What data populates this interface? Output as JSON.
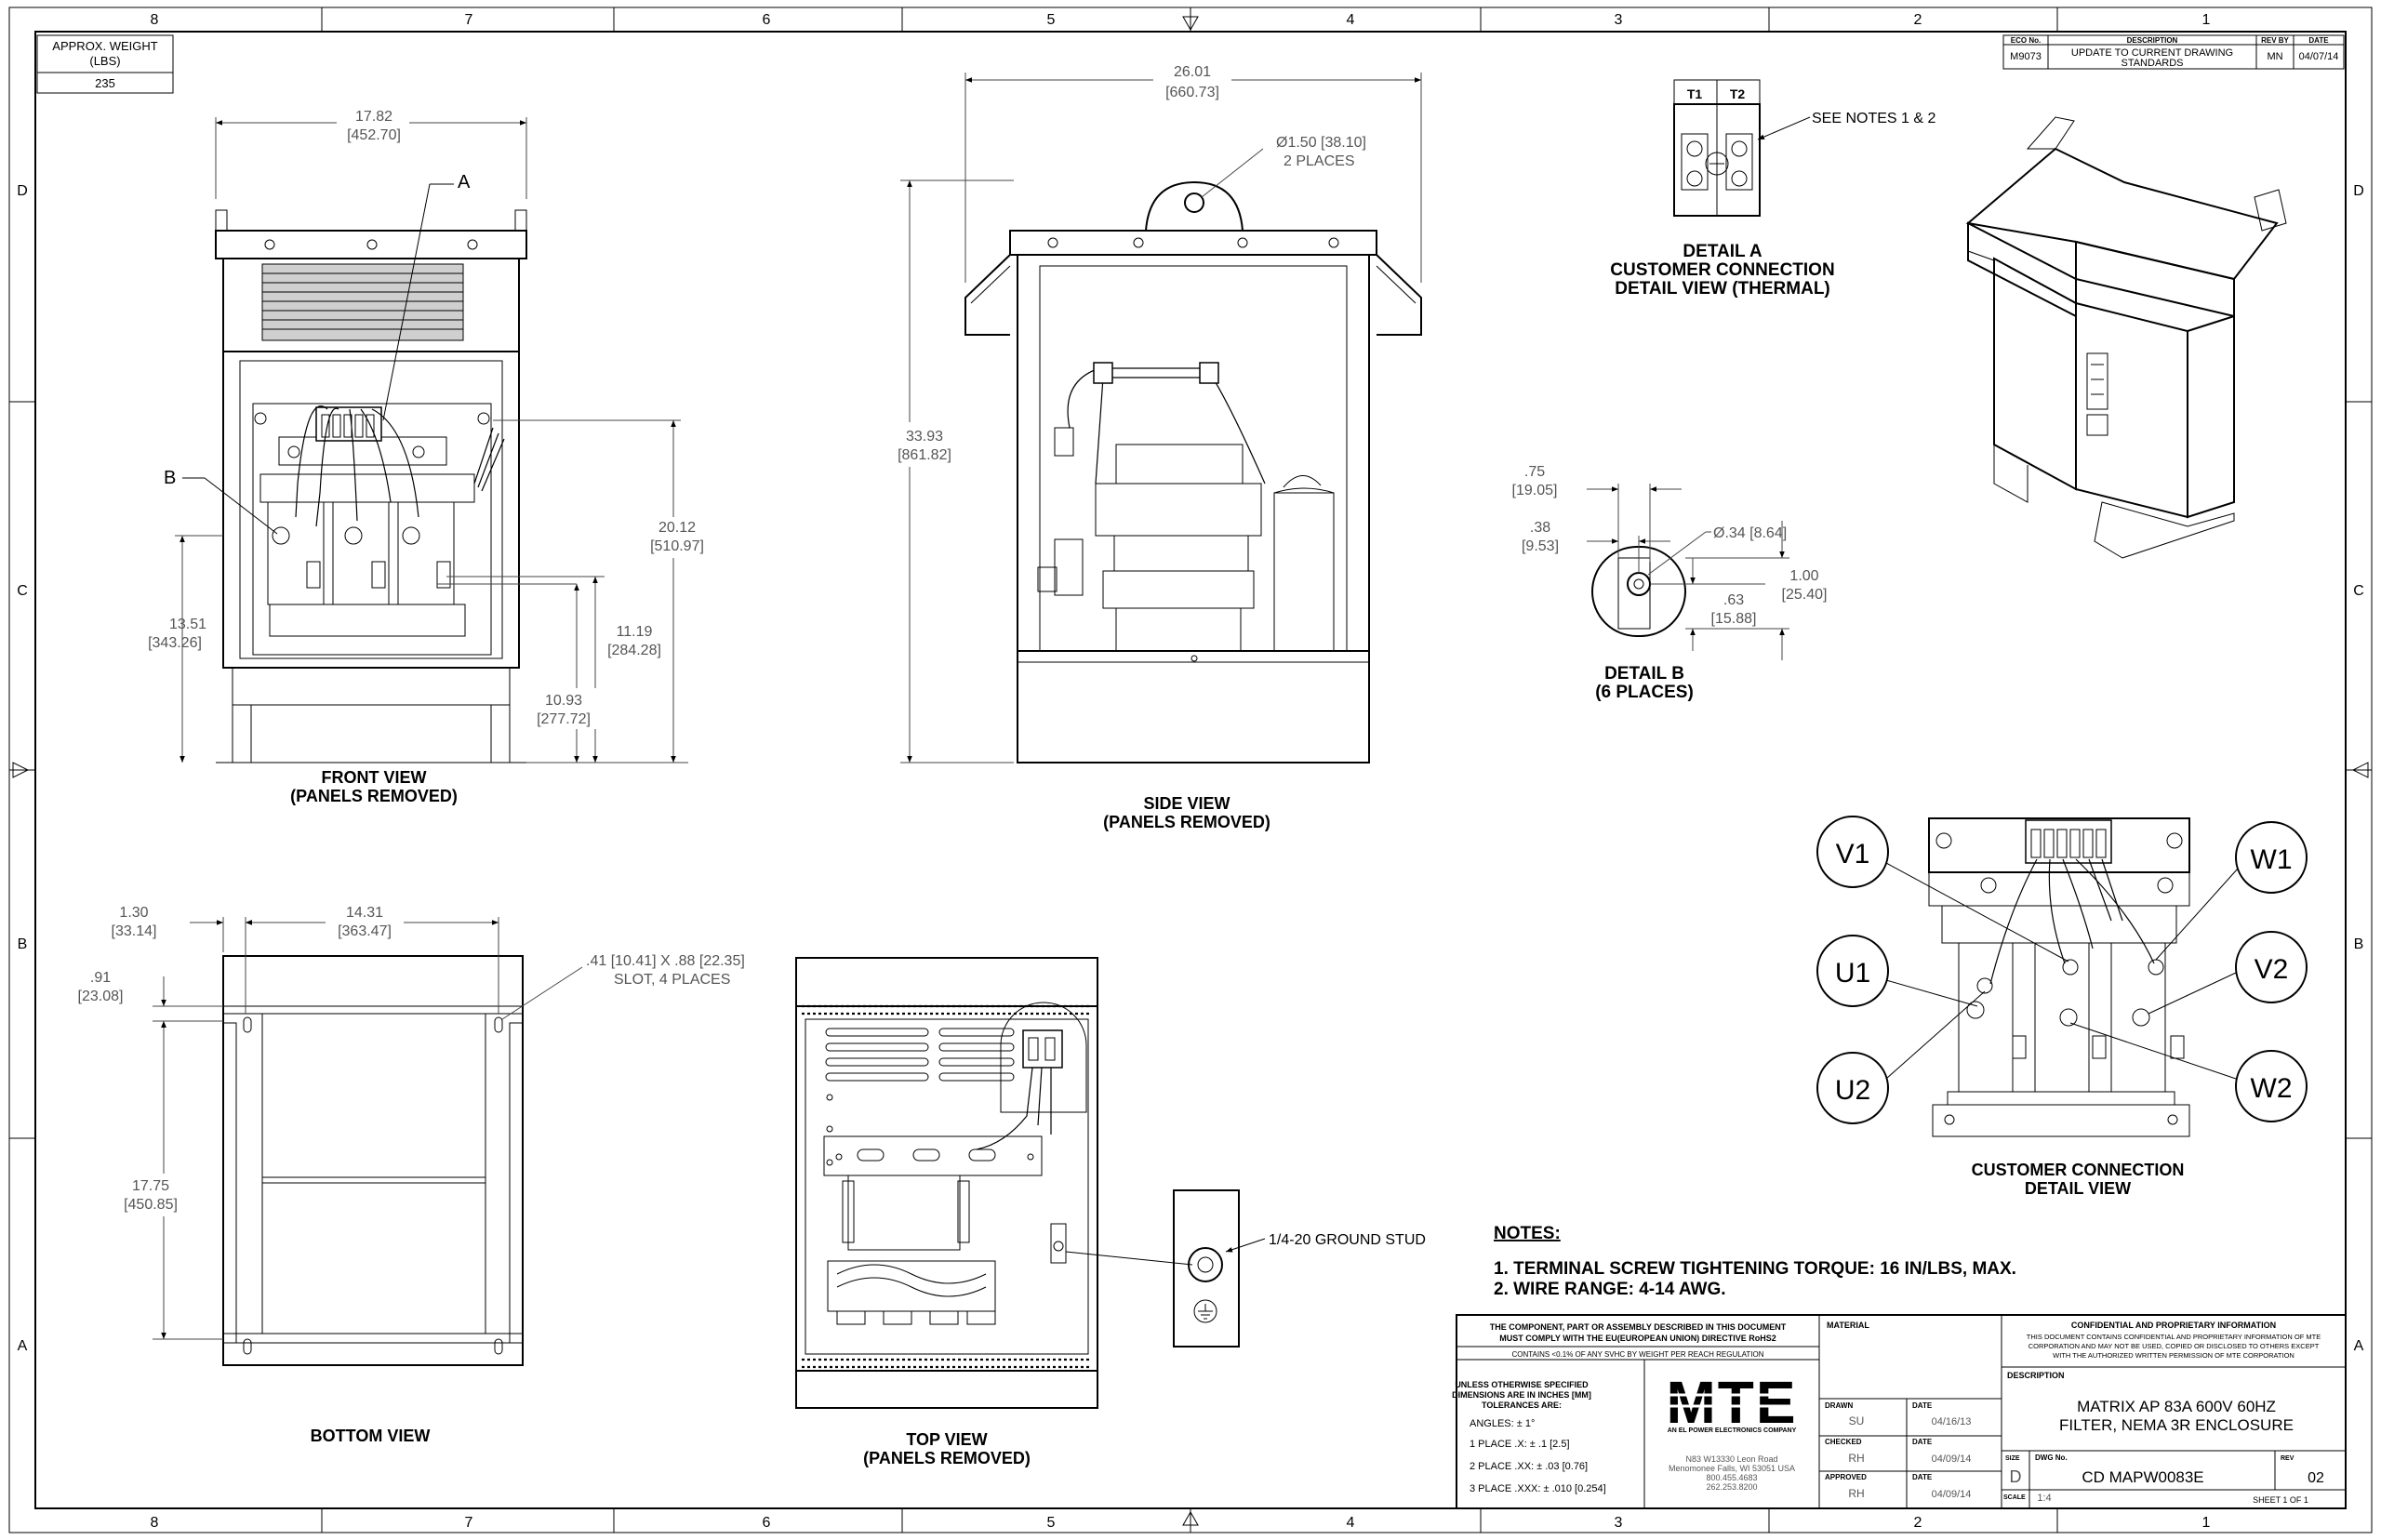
{
  "border": {
    "columns": [
      "8",
      "7",
      "6",
      "5",
      "4",
      "3",
      "2",
      "1"
    ],
    "rows": [
      "D",
      "C",
      "B",
      "A"
    ]
  },
  "weight": {
    "label": "APPROX. WEIGHT (LBS)",
    "value": "235"
  },
  "revision": {
    "headers": [
      "ECO No.",
      "DESCRIPTION",
      "REV BY",
      "DATE"
    ],
    "eco": "M9073",
    "description": "UPDATE TO CURRENT DRAWING STANDARDS",
    "rev_by": "MN",
    "date": "04/07/14"
  },
  "front_view": {
    "title": "FRONT VIEW",
    "subtitle": "(PANELS REMOVED)",
    "dims": {
      "width": [
        "17.82",
        "[452.70]"
      ],
      "h_13_51": [
        "13.51",
        "[343.26]"
      ],
      "h_20_12": [
        "20.12",
        "[510.97]"
      ],
      "h_11_19": [
        "11.19",
        "[284.28]"
      ],
      "h_10_93": [
        "10.93",
        "[277.72]"
      ]
    },
    "callout_a": "A",
    "callout_b": "B"
  },
  "side_view": {
    "title": "SIDE VIEW",
    "subtitle": "(PANELS REMOVED)",
    "dims": {
      "width": [
        "26.01",
        "[660.73]"
      ],
      "height": [
        "33.93",
        "[861.82]"
      ],
      "hole": [
        "Ø1.50 [38.10]",
        "2 PLACES"
      ]
    }
  },
  "detail_a": {
    "title": "DETAIL A",
    "line2": "CUSTOMER CONNECTION",
    "line3": "DETAIL VIEW (THERMAL)",
    "terminals": [
      "T1",
      "T2"
    ],
    "note": "SEE NOTES 1 & 2"
  },
  "detail_b": {
    "title": "DETAIL B",
    "subtitle": "(6 PLACES)",
    "dims": {
      "d_75": [
        ".75",
        "[19.05]"
      ],
      "d_38": [
        ".38",
        "[9.53]"
      ],
      "hole": "Ø.34 [8.64]",
      "d_63": [
        ".63",
        "[15.88]"
      ],
      "d_100": [
        "1.00",
        "[25.40]"
      ]
    }
  },
  "customer_connection": {
    "title": "CUSTOMER CONNECTION",
    "subtitle": "DETAIL VIEW",
    "labels": [
      "V1",
      "W1",
      "U1",
      "V2",
      "U2",
      "W2"
    ]
  },
  "bottom_view": {
    "title": "BOTTOM VIEW",
    "dims": {
      "d_130": [
        "1.30",
        "[33.14]"
      ],
      "d_1431": [
        "14.31",
        "[363.47]"
      ],
      "d_91": [
        ".91",
        "[23.08]"
      ],
      "d_1775": [
        "17.75",
        "[450.85]"
      ],
      "slot": [
        ".41 [10.41] X .88 [22.35]",
        "SLOT, 4 PLACES"
      ]
    }
  },
  "top_view": {
    "title": "TOP VIEW",
    "subtitle": "(PANELS REMOVED)",
    "ground_stud": "1/4-20 GROUND STUD"
  },
  "notes": {
    "heading": "NOTES:",
    "items": [
      "1.  TERMINAL SCREW TIGHTENING TORQUE: 16 IN/LBS, MAX.",
      "2.  WIRE RANGE: 4-14 AWG."
    ]
  },
  "title_block": {
    "compliance_1": "THE COMPONENT, PART OR ASSEMBLY DESCRIBED IN THIS DOCUMENT",
    "compliance_2": "MUST COMPLY WITH THE EU(EUROPEAN UNION) DIRECTIVE RoHS2",
    "reach": "CONTAINS <0.1% OF ANY SVHC BY WEIGHT PER REACH REGULATION",
    "tol_1": "UNLESS OTHERWISE SPECIFIED",
    "tol_2": "DIMENSIONS ARE IN INCHES [MM]",
    "tol_3": "TOLERANCES ARE:",
    "angles": "ANGLES: ± 1°",
    "place1": "1 PLACE .X: ± .1 [2.5]",
    "place2": "2 PLACE .XX: ± .03 [0.76]",
    "place3": "3 PLACE .XXX: ± .010 [0.254]",
    "logo": "MTE",
    "logo_sub": "AN EL POWER ELECTRONICS COMPANY",
    "addr_1": "N83 W13330 Leon Road",
    "addr_2": "Menomonee Falls, WI 53051 USA",
    "addr_3": "800.455.4683",
    "addr_4": "262.253.8200",
    "material_label": "MATERIAL",
    "drawn_label": "DRAWN",
    "drawn_by": "SU",
    "drawn_date": "04/16/13",
    "checked_label": "CHECKED",
    "checked_by": "RH",
    "checked_date": "04/09/14",
    "approved_label": "APPROVED",
    "approved_by": "RH",
    "approved_date": "04/09/14",
    "date_label": "DATE",
    "conf_title": "CONFIDENTIAL AND PROPRIETARY INFORMATION",
    "conf_1": "THIS DOCUMENT CONTAINS CONFIDENTIAL AND PROPRIETARY INFORMATION OF MTE",
    "conf_2": "CORPORATION AND MAY NOT BE USED, COPIED OR DISCLOSED TO OTHERS EXCEPT",
    "conf_3": "WITH THE AUTHORIZED WRITTEN PERMISSION OF MTE CORPORATION",
    "description_label": "DESCRIPTION",
    "description_1": "MATRIX AP 83A 600V 60HZ",
    "description_2": "FILTER, NEMA 3R ENCLOSURE",
    "size_label": "SIZE",
    "size": "D",
    "dwg_label": "DWG No.",
    "dwg_no": "CD MAPW0083E",
    "rev_label": "REV",
    "rev": "02",
    "scale_label": "SCALE",
    "scale": "1:4",
    "sheet": "SHEET 1  OF 1"
  },
  "colors": {
    "line": "#000000",
    "dim": "#444444",
    "paper": "#ffffff"
  }
}
